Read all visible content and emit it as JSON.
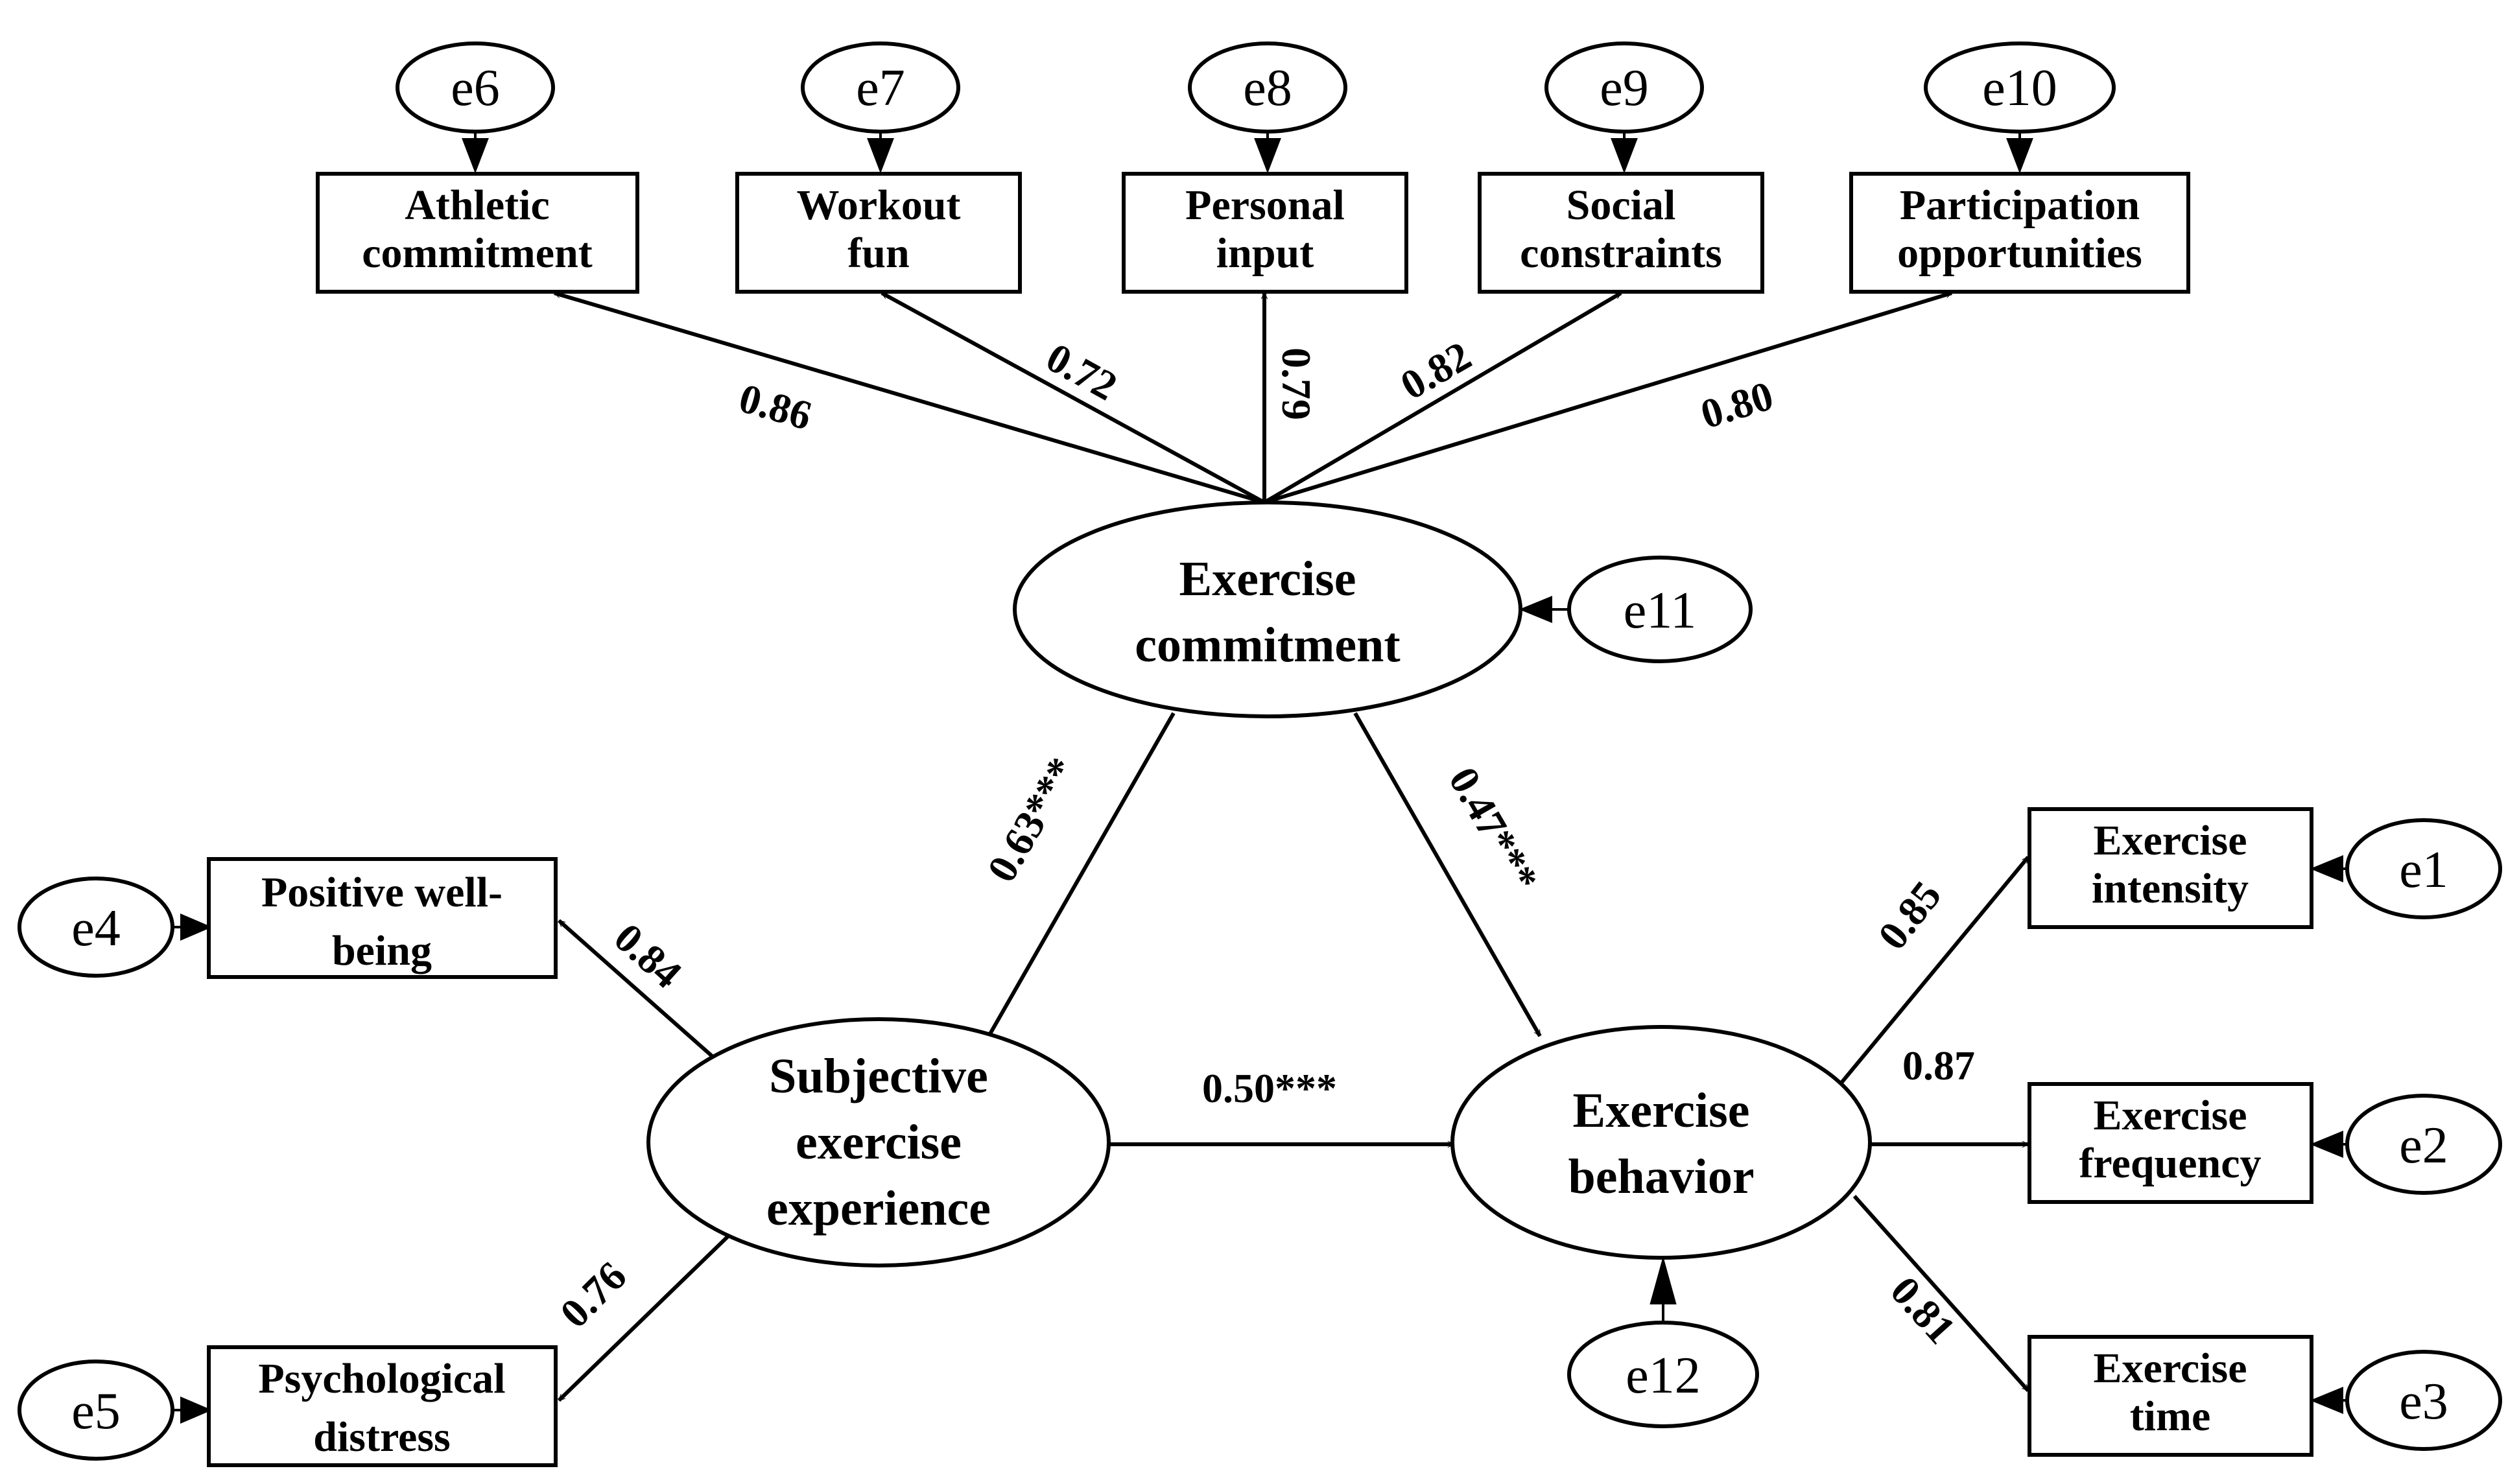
{
  "nodes": {
    "athletic_commitment": [
      "Athletic",
      "commitment"
    ],
    "workout_fun": [
      "Workout",
      "fun"
    ],
    "personal_input": [
      "Personal",
      "input"
    ],
    "social_constraints": [
      "Social",
      "constraints"
    ],
    "participation_opportunities": [
      "Participation",
      "opportunities"
    ],
    "exercise_commitment": [
      "Exercise",
      "commitment"
    ],
    "positive_well_being": [
      "Positive well-",
      "being"
    ],
    "psychological_distress": [
      "Psychological",
      "distress"
    ],
    "subjective_exercise_experience": [
      "Subjective",
      "exercise",
      "experience"
    ],
    "exercise_behavior": [
      "Exercise",
      "behavior"
    ],
    "exercise_intensity": [
      "Exercise",
      "intensity"
    ],
    "exercise_frequency": [
      "Exercise",
      "frequency"
    ],
    "exercise_time": [
      "Exercise",
      "time"
    ]
  },
  "errors": {
    "e1": "e1",
    "e2": "e2",
    "e3": "e3",
    "e4": "e4",
    "e5": "e5",
    "e6": "e6",
    "e7": "e7",
    "e8": "e8",
    "e9": "e9",
    "e10": "e10",
    "e11": "e11",
    "e12": "e12"
  },
  "loadings": {
    "athletic_commitment": "0.86",
    "workout_fun": "0.72",
    "personal_input": "0.79",
    "social_constraints": "0.82",
    "participation_opportunities": "0.80",
    "positive_well_being": "0.84",
    "psychological_distress": "0.76",
    "exercise_intensity": "0.85",
    "exercise_frequency": "0.87",
    "exercise_time": "0.81"
  },
  "paths": {
    "experience_to_commitment": "0.63***",
    "commitment_to_behavior": "0.47***",
    "experience_to_behavior": "0.50***"
  }
}
